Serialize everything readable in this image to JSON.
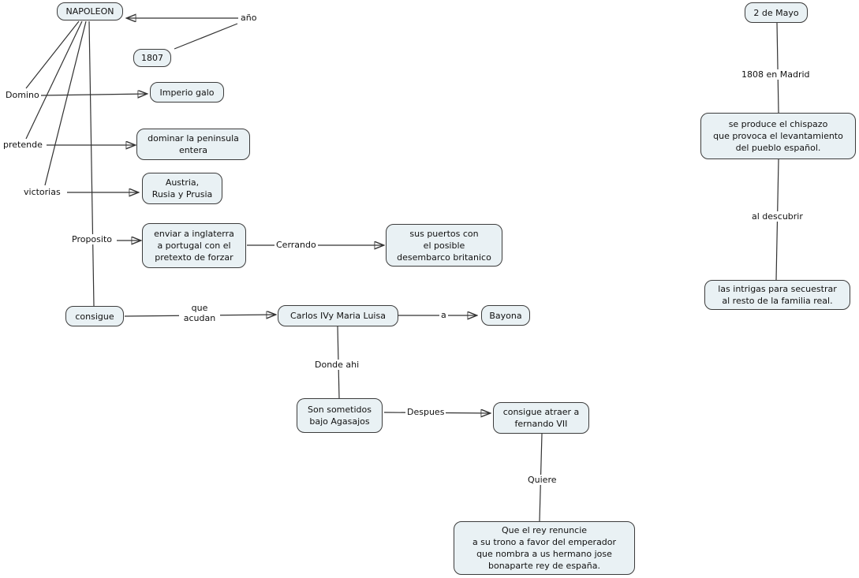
{
  "theme": {
    "background": "#ffffff",
    "node-fill": "#e9f1f4",
    "node-border": "#3c3c3c",
    "line": "#333333",
    "text": "#111111"
  },
  "nodes": {
    "napoleon": {
      "label": "NAPOLEON"
    },
    "y1807": {
      "label": "1807"
    },
    "imperio": {
      "label": "Imperio galo"
    },
    "dominar": {
      "label": "dominar la peninsula\nentera"
    },
    "austria": {
      "label": "Austria,\nRusia y Prusia"
    },
    "enviar": {
      "label": "enviar a inglaterra\na portugal con el\npretexto de forzar"
    },
    "puertos": {
      "label": "sus puertos con\nel posible\ndesembarco britanico"
    },
    "consigue": {
      "label": "consigue"
    },
    "carlos": {
      "label": "Carlos IVy Maria Luisa"
    },
    "bayona": {
      "label": "Bayona"
    },
    "sometidos": {
      "label": "Son sometidos\nbajo Agasajos"
    },
    "atraer": {
      "label": "consigue atraer a\nfernando VII"
    },
    "renuncie": {
      "label": "Que el rey renuncie\na su trono a favor del emperador\nque nombra a us hermano jose\nbonaparte rey de españa."
    },
    "mayo": {
      "label": "2 de Mayo"
    },
    "chispazo": {
      "label": "se produce el chispazo\nque provoca el levantamiento\ndel pueblo español."
    },
    "intrigas": {
      "label": "las intrigas para secuestrar\nal resto de la familia real."
    }
  },
  "labels": {
    "ano": "año",
    "domino": "Domino",
    "pretende": "pretende",
    "victorias": "victorias",
    "proposito": "Proposito",
    "cerrando": "Cerrando",
    "que_acudan": "que\nacudan",
    "a": "a",
    "donde_ahi": "Donde ahi",
    "despues": "Despues",
    "quiere": "Quiere",
    "madrid_1808": "1808 en Madrid",
    "al_descubrir": "al descubrir"
  }
}
